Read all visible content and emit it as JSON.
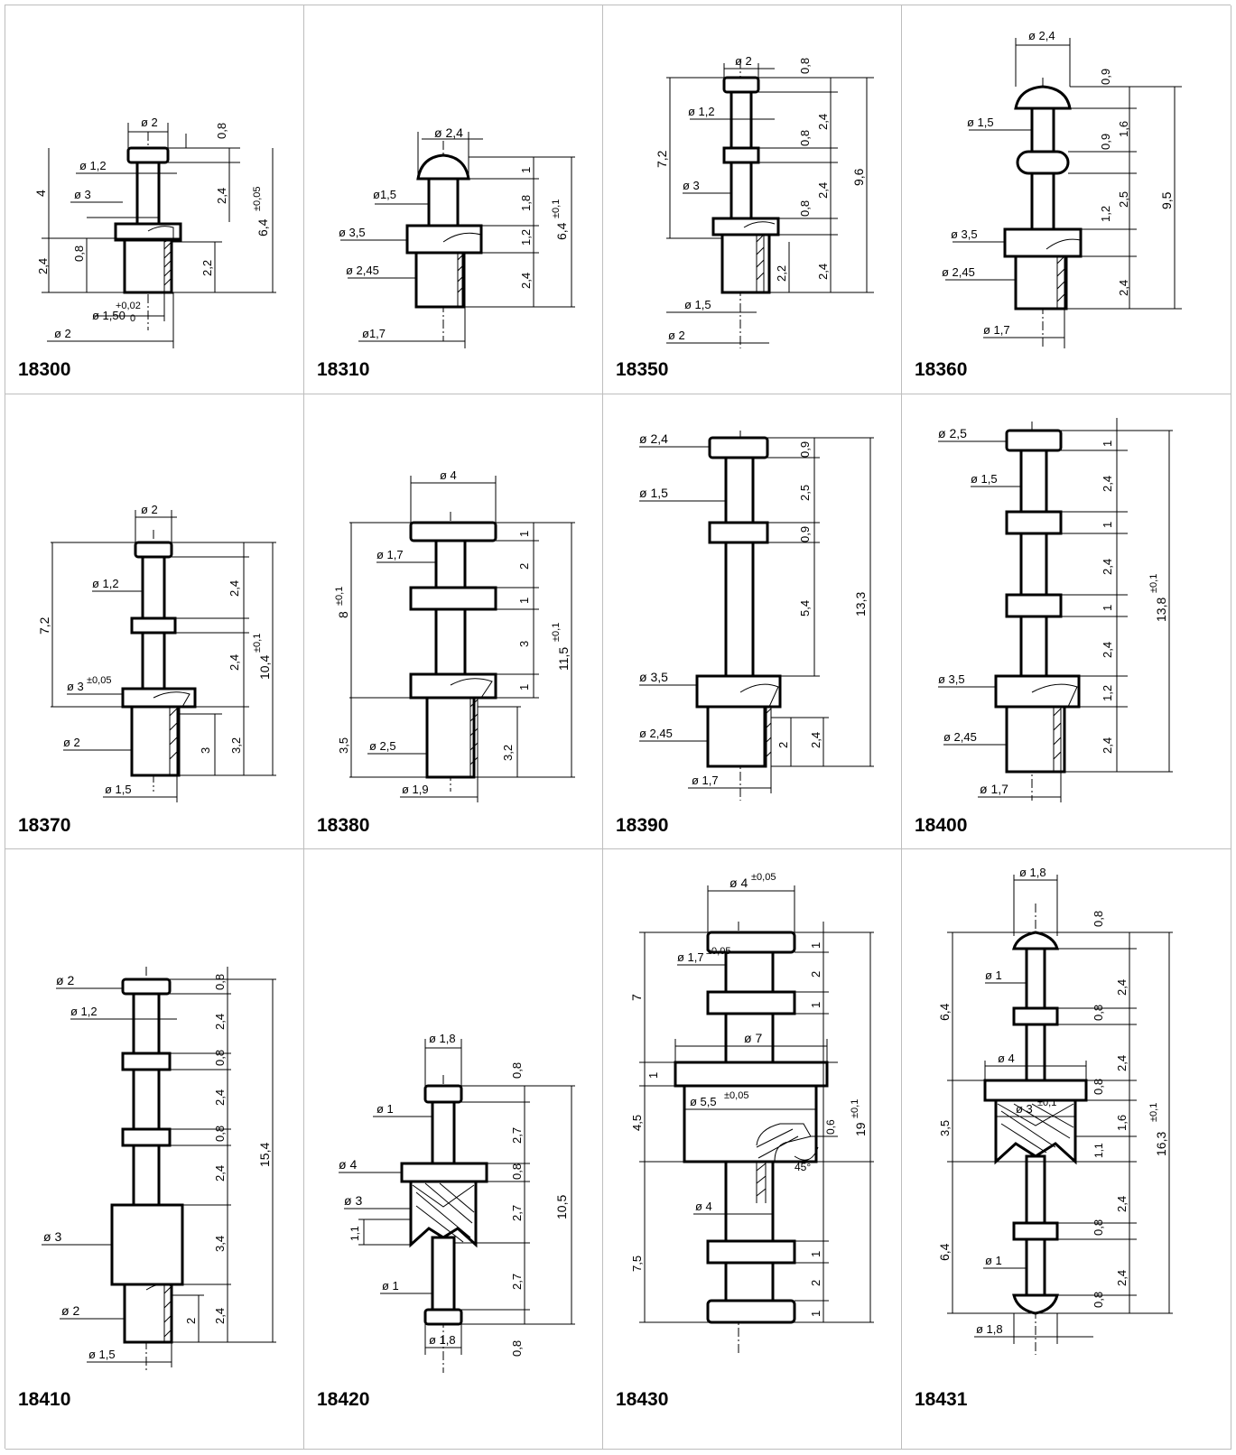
{
  "parts": [
    {
      "id": "18300",
      "dims": [
        "ø 2",
        "0,8",
        "ø 1,2",
        "4",
        "ø 3",
        "2,4",
        "6,4",
        "±0,05",
        "0,8",
        "2,4",
        "2,2",
        "ø 1,50",
        "+0,02",
        "0",
        "ø 2"
      ]
    },
    {
      "id": "18310",
      "dims": [
        "ø 2,4",
        "1",
        "ø1,5",
        "1,8",
        "6,4",
        "±0,1",
        "ø 3,5",
        "1,2",
        "ø 2,45",
        "2,4",
        "ø1,7"
      ]
    },
    {
      "id": "18350",
      "dims": [
        "ø 2",
        "0,8",
        "ø 1,2",
        "2,4",
        "0,8",
        "7,2",
        "9,6",
        "ø 3",
        "2,4",
        "0,8",
        "2,2",
        "2,4",
        "ø 1,5",
        "ø 2"
      ]
    },
    {
      "id": "18360",
      "dims": [
        "ø 2,4",
        "0,9",
        "ø 1,5",
        "1,6",
        "0,9",
        "2,5",
        "9,5",
        "1,2",
        "ø 3,5",
        "ø 2,45",
        "2,4",
        "ø 1,7"
      ]
    },
    {
      "id": "18370",
      "dims": [
        "ø 2",
        "ø 1,2",
        "2,4",
        "7,2",
        "2,4",
        "10,4",
        "±0,1",
        "ø 3",
        "±0,05",
        "ø 2",
        "3",
        "3,2",
        "ø 1,5"
      ]
    },
    {
      "id": "18380",
      "dims": [
        "ø 4",
        "1",
        "ø 1,7",
        "2",
        "8",
        "±0,1",
        "1",
        "3",
        "11,5",
        "±0,1",
        "1",
        "3,5",
        "ø 2,5",
        "3,2",
        "ø 1,9"
      ]
    },
    {
      "id": "18390",
      "dims": [
        "ø 2,4",
        "0,9",
        "ø 1,5",
        "2,5",
        "0,9",
        "5,4",
        "13,3",
        "ø 3,5",
        "ø 2,45",
        "2",
        "2,4",
        "ø 1,7"
      ]
    },
    {
      "id": "18400",
      "dims": [
        "ø 2,5",
        "1",
        "ø 1,5",
        "2,4",
        "1",
        "2,4",
        "1",
        "13,8",
        "±0,1",
        "2,4",
        "ø 3,5",
        "1,2",
        "ø 2,45",
        "2,4",
        "ø 1,7"
      ]
    },
    {
      "id": "18410",
      "dims": [
        "ø 2",
        "0,8",
        "ø 1,2",
        "2,4",
        "0,8",
        "2,4",
        "0,8",
        "15,4",
        "2,4",
        "ø 3",
        "3,4",
        "ø 2",
        "2",
        "2,4",
        "ø 1,5"
      ]
    },
    {
      "id": "18420",
      "dims": [
        "ø 1,8",
        "0,8",
        "ø 1",
        "2,7",
        "ø 4",
        "0,8",
        "ø 3",
        "10,5",
        "2,7",
        "1,1",
        "ø 1",
        "2,7",
        "ø 1,8",
        "0,8"
      ]
    },
    {
      "id": "18430",
      "dims": [
        "ø 4",
        "±0,05",
        "1",
        "ø 1,7",
        "±0,05",
        "2",
        "7",
        "1",
        "1",
        "ø 7",
        "4,5",
        "ø 5,5",
        "±0,05",
        "0,6",
        "19",
        "±0,1",
        "45°",
        "ø 4",
        "7,5",
        "1",
        "2",
        "1"
      ]
    },
    {
      "id": "18431",
      "dims": [
        "ø 1,8",
        "0,8",
        "ø 1",
        "2,4",
        "6,4",
        "0,8",
        "2,4",
        "ø 4",
        "0,8",
        "ø 3",
        "±0,1",
        "3,5",
        "1,6",
        "16,3",
        "±0,1",
        "1,1",
        "2,4",
        "0,8",
        "6,4",
        "ø 1",
        "2,4",
        "0,8",
        "ø 1,8"
      ]
    }
  ]
}
